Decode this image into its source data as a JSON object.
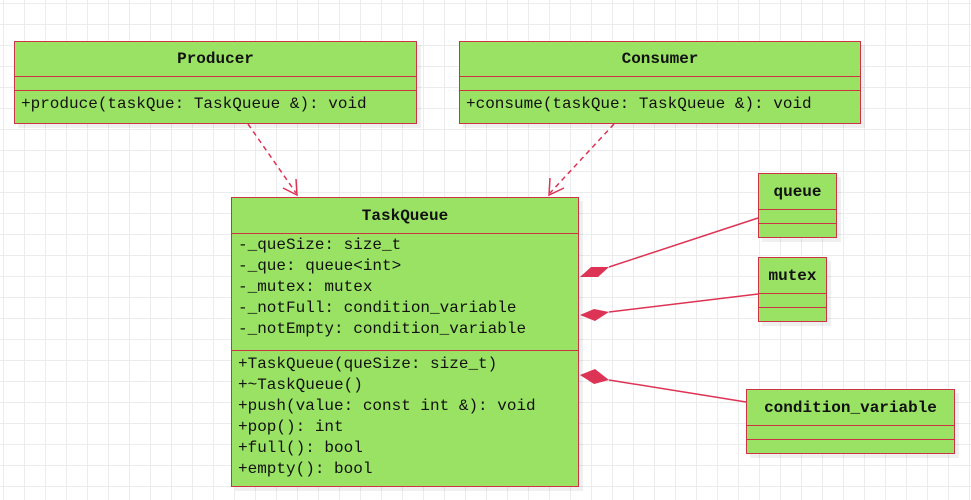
{
  "diagram": {
    "classes": {
      "producer": {
        "name": "Producer",
        "attributes": [],
        "operations": [
          "+produce(taskQue: TaskQueue &): void"
        ]
      },
      "consumer": {
        "name": "Consumer",
        "attributes": [],
        "operations": [
          "+consume(taskQue: TaskQueue &): void"
        ]
      },
      "taskqueue": {
        "name": "TaskQueue",
        "attributes": [
          "-_queSize: size_t",
          "-_que: queue<int>",
          "-_mutex: mutex",
          "-_notFull: condition_variable",
          "-_notEmpty: condition_variable"
        ],
        "operations": [
          "+TaskQueue(queSize: size_t)",
          "+~TaskQueue()",
          "+push(value: const int &): void",
          "+pop(): int",
          "+full(): bool",
          "+empty(): bool"
        ]
      },
      "queue": {
        "name": "queue",
        "attributes": [],
        "operations": []
      },
      "mutex": {
        "name": "mutex",
        "attributes": [],
        "operations": []
      },
      "condition_variable": {
        "name": "condition_variable",
        "attributes": [],
        "operations": []
      }
    },
    "relations": [
      {
        "type": "dependency",
        "from": "producer",
        "to": "taskqueue"
      },
      {
        "type": "dependency",
        "from": "consumer",
        "to": "taskqueue"
      },
      {
        "type": "composition",
        "whole": "taskqueue",
        "part": "queue"
      },
      {
        "type": "composition",
        "whole": "taskqueue",
        "part": "mutex"
      },
      {
        "type": "composition",
        "whole": "taskqueue",
        "part": "condition_variable"
      }
    ],
    "colors": {
      "class_fill": "#99e264",
      "border": "#cc3344",
      "line": "#dd3355"
    }
  }
}
